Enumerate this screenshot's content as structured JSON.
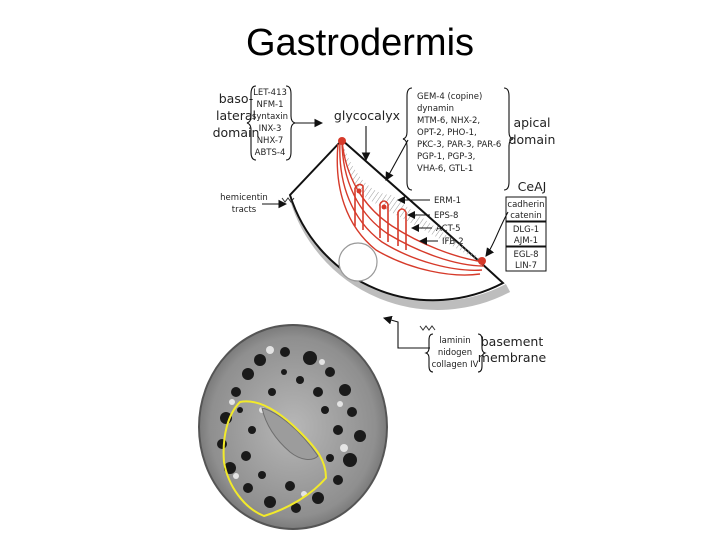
{
  "slide": {
    "title": "Gastrodermis"
  },
  "diagram": {
    "basolateral_label": [
      "baso-",
      "lateral",
      "domain"
    ],
    "basolateral_genes": [
      "LET-413",
      "NFM-1",
      "syntaxin",
      "INX-3",
      "NHX-7",
      "ABTS-4"
    ],
    "glycocalyx_label": "glycocalyx",
    "apical_genes": [
      "GEM-4 (copine)",
      "dynamin",
      "MTM-6, NHX-2,",
      "OPT-2, PHO-1,",
      "PKC-3, PAR-3, PAR-6",
      "PGP-1, PGP-3,",
      "VHA-6, GTL-1"
    ],
    "apical_label": [
      "apical",
      "domain"
    ],
    "ceaj_label": "CeAJ",
    "ceaj_boxes": [
      [
        "cadherin",
        "catenin"
      ],
      [
        "DLG-1",
        "AJM-1"
      ],
      [
        "EGL-8",
        "LIN-7"
      ]
    ],
    "hemicentin_label": [
      "hemicentin",
      "tracts"
    ],
    "microvilli_labels": [
      "ERM-1",
      "EPS-8",
      "ACT-5",
      "IFB-2"
    ],
    "basement_genes": [
      "laminin",
      "nidogen",
      "collagen IV"
    ],
    "basement_label": [
      "basement",
      "membrane"
    ]
  },
  "colors": {
    "membrane_red": "#d63a2a",
    "outline_yellow": "#f2ea2a",
    "basement_gray": "#bbbbbb"
  }
}
